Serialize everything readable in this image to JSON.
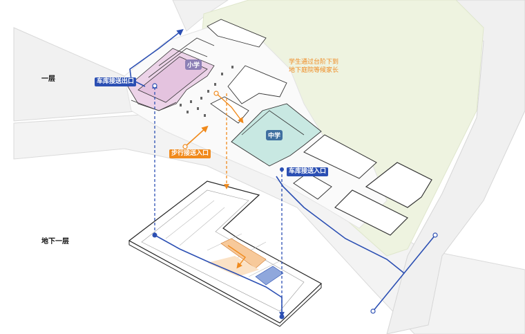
{
  "levels": {
    "ground": "一层",
    "basement": "地下一层"
  },
  "labels": {
    "garage_exit": "车库接送出口",
    "garage_entry": "车库接送入口",
    "walk_entry": "步行接送入口",
    "primary_school": "小学",
    "middle_school": "中学"
  },
  "note": {
    "line1": "学生通过台阶下到",
    "line2": "地下庭院等候家长"
  },
  "colors": {
    "vehicle_route": "#2b4fb3",
    "walk_route": "#f08a1c",
    "primary_zone": "#e9c7e2",
    "middle_zone": "#bfe3dd",
    "site": "#eef3e0"
  }
}
